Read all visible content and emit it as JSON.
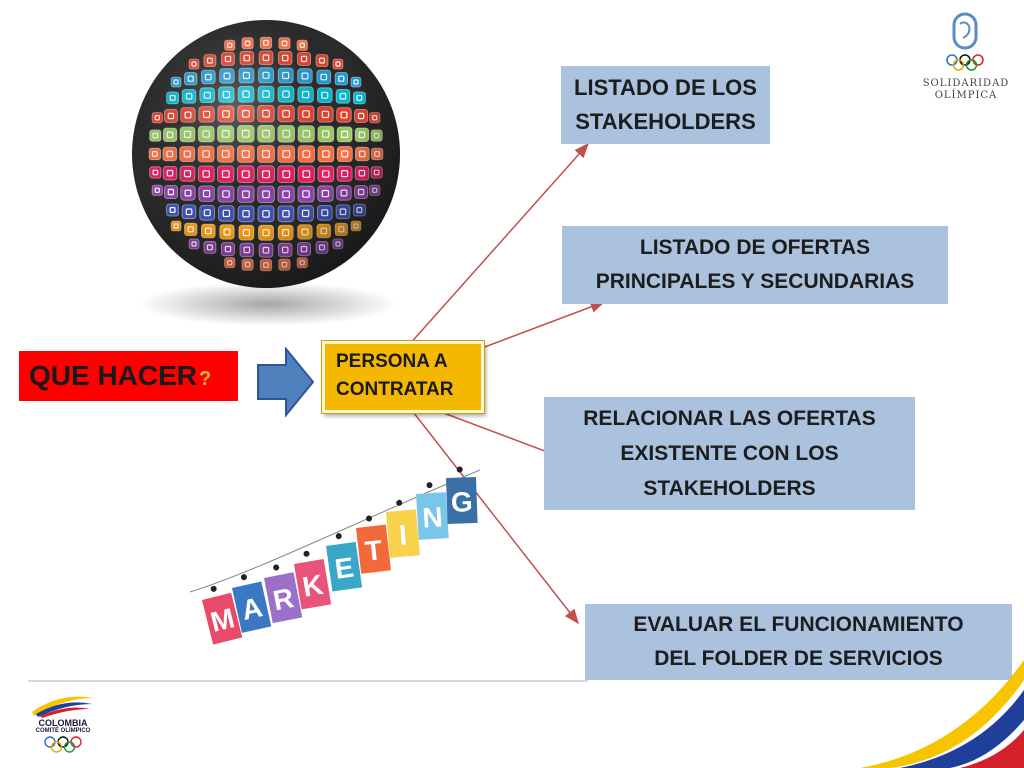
{
  "main": {
    "question": "QUE HACER",
    "question_mark": "?",
    "center": "PERSONA A\nCONTRATAR"
  },
  "boxes": [
    {
      "text": "LISTADO DE LOS\nSTAKEHOLDERS"
    },
    {
      "text": "LISTADO DE OFERTAS\nPRINCIPALES Y SECUNDARIAS"
    },
    {
      "text": "RELACIONAR LAS OFERTAS\nEXISTENTE CON LOS\nSTAKEHOLDERS"
    },
    {
      "text": "EVALUAR  EL FUNCIONAMIENTO\nDEL FOLDER DE SERVICIOS"
    }
  ],
  "marketing": {
    "letters": [
      "M",
      "A",
      "R",
      "K",
      "E",
      "T",
      "I",
      "N",
      "G"
    ]
  },
  "logos": {
    "top_right": "SOLIDARIDAD\nOLÍMPICA",
    "bottom_left": "COLOMBIA",
    "bottom_left_sub": "COMITÉ OLÍMPICO"
  },
  "colors": {
    "box_fill": "#aac2de",
    "question_fill": "#ff0000",
    "center_fill": "#f5b800",
    "arrow_fill": "#4f81bd",
    "connector": "#c0504d"
  }
}
